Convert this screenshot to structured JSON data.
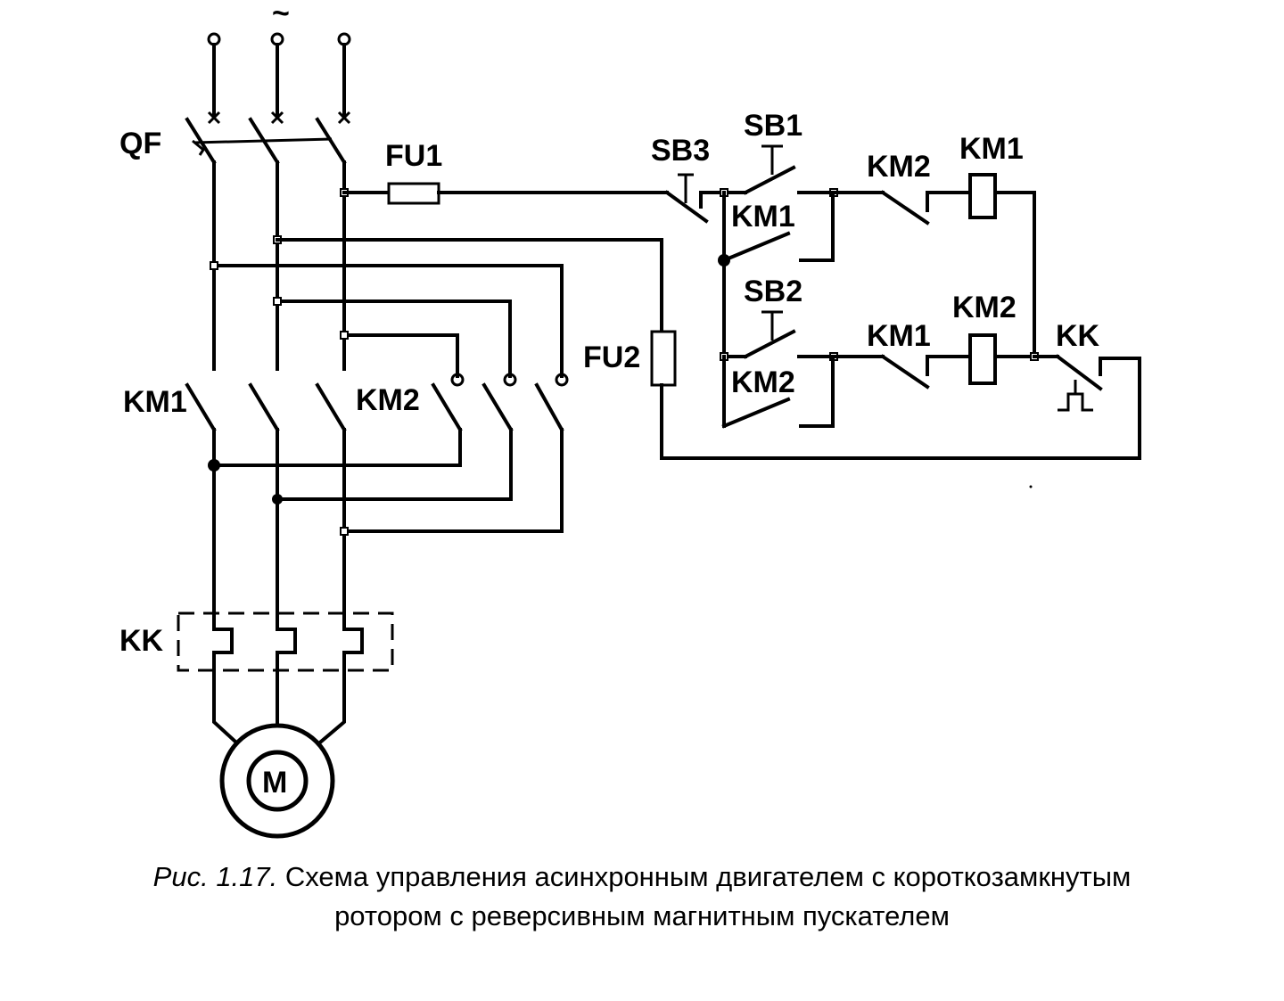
{
  "labels": {
    "qf": "QF",
    "fu1": "FU1",
    "fu2": "FU2",
    "sb3": "SB3",
    "sb1": "SB1",
    "sb2": "SB2",
    "km1_main": "KM1",
    "km2_main": "KM2",
    "km1_hold": "KM1",
    "km2_hold": "KM2",
    "km2_interlock": "KM2",
    "km1_interlock": "KM1",
    "km1_coil": "KM1",
    "km2_coil": "KM2",
    "kk_relay": "KK",
    "kk_contact": "KK",
    "motor": "M",
    "supply": "~"
  },
  "caption": {
    "figure_ref": "Рис. 1.17.",
    "line1": "Схема управления асинхронным двигателем с короткозамкнутым",
    "line2": "ротором с реверсивным магнитным пускателем"
  }
}
